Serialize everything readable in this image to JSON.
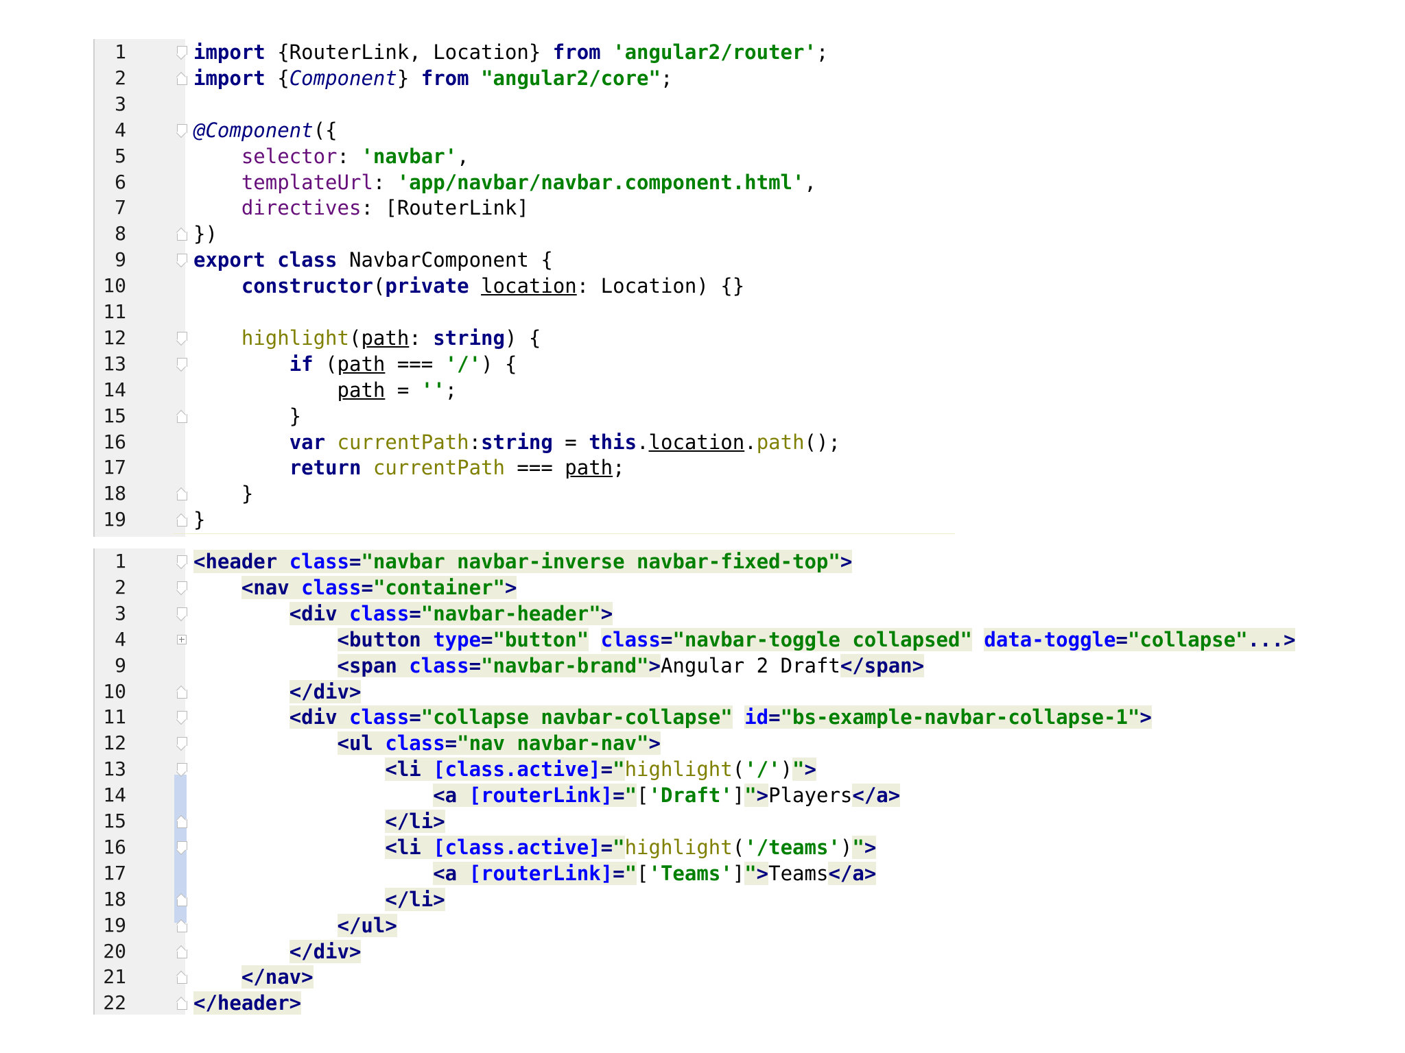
{
  "editor_ts": {
    "lines": [
      {
        "n": "1",
        "tokens": [
          [
            "kw",
            "import "
          ],
          [
            "plain",
            "{RouterLink, Location} "
          ],
          [
            "kw",
            "from "
          ],
          [
            "str",
            "'angular2/router'"
          ],
          [
            "plain",
            ";"
          ]
        ]
      },
      {
        "n": "2",
        "tokens": [
          [
            "kw",
            "import "
          ],
          [
            "plain",
            "{"
          ],
          [
            "ann",
            "Component"
          ],
          [
            "plain",
            "} "
          ],
          [
            "kw",
            "from "
          ],
          [
            "str",
            "\"angular2/core\""
          ],
          [
            "plain",
            ";"
          ]
        ]
      },
      {
        "n": "3",
        "tokens": []
      },
      {
        "n": "4",
        "tokens": [
          [
            "ann",
            "@Component"
          ],
          [
            "plain",
            "({"
          ]
        ]
      },
      {
        "n": "5",
        "tokens": [
          [
            "plain",
            "    "
          ],
          [
            "field",
            "selector"
          ],
          [
            "plain",
            ": "
          ],
          [
            "str",
            "'navbar'"
          ],
          [
            "plain",
            ","
          ]
        ]
      },
      {
        "n": "6",
        "tokens": [
          [
            "plain",
            "    "
          ],
          [
            "field",
            "templateUrl"
          ],
          [
            "plain",
            ": "
          ],
          [
            "str",
            "'app/navbar/navbar.component.html'"
          ],
          [
            "plain",
            ","
          ]
        ]
      },
      {
        "n": "7",
        "tokens": [
          [
            "plain",
            "    "
          ],
          [
            "field",
            "directives"
          ],
          [
            "plain",
            ": [RouterLink]"
          ]
        ]
      },
      {
        "n": "8",
        "tokens": [
          [
            "plain",
            "})"
          ]
        ]
      },
      {
        "n": "9",
        "tokens": [
          [
            "kw",
            "export class "
          ],
          [
            "plain",
            "NavbarComponent {"
          ]
        ]
      },
      {
        "n": "10",
        "tokens": [
          [
            "plain",
            "    "
          ],
          [
            "kw",
            "constructor"
          ],
          [
            "plain",
            "("
          ],
          [
            "kw",
            "private "
          ],
          [
            "plainu",
            "location"
          ],
          [
            "plain",
            ": Location) {}"
          ]
        ]
      },
      {
        "n": "11",
        "tokens": []
      },
      {
        "n": "12",
        "tokens": [
          [
            "plain",
            "    "
          ],
          [
            "fn",
            "highlight"
          ],
          [
            "plain",
            "("
          ],
          [
            "plainu",
            "path"
          ],
          [
            "plain",
            ": "
          ],
          [
            "kw",
            "string"
          ],
          [
            "plain",
            ") {"
          ]
        ]
      },
      {
        "n": "13",
        "tokens": [
          [
            "plain",
            "        "
          ],
          [
            "kw",
            "if "
          ],
          [
            "plain",
            "("
          ],
          [
            "plainu",
            "path"
          ],
          [
            "plain",
            " === "
          ],
          [
            "str",
            "'/'"
          ],
          [
            "plain",
            ") {"
          ]
        ]
      },
      {
        "n": "14",
        "tokens": [
          [
            "plain",
            "            "
          ],
          [
            "plainu",
            "path"
          ],
          [
            "plain",
            " = "
          ],
          [
            "str",
            "''"
          ],
          [
            "plain",
            ";"
          ]
        ]
      },
      {
        "n": "15",
        "tokens": [
          [
            "plain",
            "        }"
          ]
        ]
      },
      {
        "n": "16",
        "tokens": [
          [
            "plain",
            "        "
          ],
          [
            "kw",
            "var "
          ],
          [
            "fn",
            "currentPath"
          ],
          [
            "plain",
            ":"
          ],
          [
            "kw",
            "string"
          ],
          [
            "plain",
            " = "
          ],
          [
            "kw",
            "this"
          ],
          [
            "plain",
            "."
          ],
          [
            "plainu",
            "location"
          ],
          [
            "plain",
            "."
          ],
          [
            "fn",
            "path"
          ],
          [
            "plain",
            "();"
          ]
        ]
      },
      {
        "n": "17",
        "tokens": [
          [
            "plain",
            "        "
          ],
          [
            "kw",
            "return "
          ],
          [
            "fn",
            "currentPath"
          ],
          [
            "plain",
            " === "
          ],
          [
            "plainu",
            "path"
          ],
          [
            "plain",
            ";"
          ]
        ]
      },
      {
        "n": "18",
        "tokens": [
          [
            "plain",
            "    }"
          ]
        ]
      },
      {
        "n": "19",
        "tokens": [
          [
            "plain",
            "}"
          ]
        ]
      }
    ]
  },
  "editor_html": {
    "lines": [
      {
        "n": "1",
        "tokens": [
          [
            "tag",
            "<header "
          ],
          [
            "attr",
            "class"
          ],
          [
            "tag",
            "="
          ],
          [
            "attrv",
            "\"navbar navbar-inverse navbar-fixed-top\""
          ],
          [
            "tag",
            ">"
          ]
        ]
      },
      {
        "n": "2",
        "tokens": [
          [
            "plain",
            "    "
          ],
          [
            "tag",
            "<nav "
          ],
          [
            "attr",
            "class"
          ],
          [
            "tag",
            "="
          ],
          [
            "attrv",
            "\"container\""
          ],
          [
            "tag",
            ">"
          ]
        ]
      },
      {
        "n": "3",
        "tokens": [
          [
            "plain",
            "        "
          ],
          [
            "tag",
            "<div "
          ],
          [
            "attr",
            "class"
          ],
          [
            "tag",
            "="
          ],
          [
            "attrv",
            "\"navbar-header\""
          ],
          [
            "tag",
            ">"
          ]
        ]
      },
      {
        "n": "4",
        "tokens": [
          [
            "plain",
            "            "
          ],
          [
            "tag",
            "<button "
          ],
          [
            "attr",
            "type"
          ],
          [
            "tag",
            "="
          ],
          [
            "attrv",
            "\"button\""
          ],
          [
            "plain",
            " "
          ],
          [
            "attr",
            "class"
          ],
          [
            "tag",
            "="
          ],
          [
            "attrv",
            "\"navbar-toggle collapsed\""
          ],
          [
            "plain",
            " "
          ],
          [
            "attr",
            "data-toggle"
          ],
          [
            "tag",
            "="
          ],
          [
            "attrv",
            "\"collapse\""
          ],
          [
            "tag",
            "...>"
          ]
        ]
      },
      {
        "n": "9",
        "tokens": [
          [
            "plain",
            "            "
          ],
          [
            "tag",
            "<span "
          ],
          [
            "attr",
            "class"
          ],
          [
            "tag",
            "="
          ],
          [
            "attrv",
            "\"navbar-brand\""
          ],
          [
            "tag",
            ">"
          ],
          [
            "plain",
            "Angular 2 Draft"
          ],
          [
            "tag",
            "</span>"
          ]
        ]
      },
      {
        "n": "10",
        "tokens": [
          [
            "plain",
            "        "
          ],
          [
            "tag",
            "</div>"
          ]
        ]
      },
      {
        "n": "11",
        "tokens": [
          [
            "plain",
            "        "
          ],
          [
            "tag",
            "<div "
          ],
          [
            "attr",
            "class"
          ],
          [
            "tag",
            "="
          ],
          [
            "attrv",
            "\"collapse navbar-collapse\""
          ],
          [
            "plain",
            " "
          ],
          [
            "attr",
            "id"
          ],
          [
            "tag",
            "="
          ],
          [
            "attrv",
            "\"bs-example-navbar-collapse-1\""
          ],
          [
            "tag",
            ">"
          ]
        ]
      },
      {
        "n": "12",
        "tokens": [
          [
            "plain",
            "            "
          ],
          [
            "tag",
            "<ul "
          ],
          [
            "attr",
            "class"
          ],
          [
            "tag",
            "="
          ],
          [
            "attrv",
            "\"nav navbar-nav\""
          ],
          [
            "tag",
            ">"
          ]
        ]
      },
      {
        "n": "13",
        "tokens": [
          [
            "plain",
            "                "
          ],
          [
            "tag",
            "<li "
          ],
          [
            "attr",
            "[class.active]"
          ],
          [
            "tag",
            "="
          ],
          [
            "attrv",
            "\""
          ],
          [
            "fn",
            "highlight"
          ],
          [
            "plain",
            "("
          ],
          [
            "str",
            "'/'"
          ],
          [
            "plain",
            ")"
          ],
          [
            "attrv",
            "\""
          ],
          [
            "tag",
            ">"
          ]
        ]
      },
      {
        "n": "14",
        "tokens": [
          [
            "plain",
            "                    "
          ],
          [
            "tag",
            "<a "
          ],
          [
            "attr",
            "[routerLink]"
          ],
          [
            "tag",
            "="
          ],
          [
            "attrv",
            "\""
          ],
          [
            "plain",
            "["
          ],
          [
            "str",
            "'Draft'"
          ],
          [
            "plain",
            "]"
          ],
          [
            "attrv",
            "\""
          ],
          [
            "tag",
            ">"
          ],
          [
            "plain",
            "Players"
          ],
          [
            "tag",
            "</a>"
          ]
        ]
      },
      {
        "n": "15",
        "tokens": [
          [
            "plain",
            "                "
          ],
          [
            "tag",
            "</li>"
          ]
        ]
      },
      {
        "n": "16",
        "tokens": [
          [
            "plain",
            "                "
          ],
          [
            "tag",
            "<li "
          ],
          [
            "attr",
            "[class.active]"
          ],
          [
            "tag",
            "="
          ],
          [
            "attrv",
            "\""
          ],
          [
            "fn",
            "highlight"
          ],
          [
            "plain",
            "("
          ],
          [
            "str",
            "'/teams'"
          ],
          [
            "plain",
            ")"
          ],
          [
            "attrv",
            "\""
          ],
          [
            "tag",
            ">"
          ]
        ]
      },
      {
        "n": "17",
        "tokens": [
          [
            "plain",
            "                    "
          ],
          [
            "tag",
            "<a "
          ],
          [
            "attr",
            "[routerLink]"
          ],
          [
            "tag",
            "="
          ],
          [
            "attrv",
            "\""
          ],
          [
            "plain",
            "["
          ],
          [
            "str",
            "'Teams'"
          ],
          [
            "plain",
            "]"
          ],
          [
            "attrv",
            "\""
          ],
          [
            "tag",
            ">"
          ],
          [
            "plain",
            "Teams"
          ],
          [
            "tag",
            "</a>"
          ]
        ]
      },
      {
        "n": "18",
        "tokens": [
          [
            "plain",
            "                "
          ],
          [
            "tag",
            "</li>"
          ]
        ]
      },
      {
        "n": "19",
        "tokens": [
          [
            "plain",
            "            "
          ],
          [
            "tag",
            "</ul>"
          ]
        ]
      },
      {
        "n": "20",
        "tokens": [
          [
            "plain",
            "        "
          ],
          [
            "tag",
            "</div>"
          ]
        ]
      },
      {
        "n": "21",
        "tokens": [
          [
            "plain",
            "    "
          ],
          [
            "tag",
            "</nav>"
          ]
        ]
      },
      {
        "n": "22",
        "tokens": [
          [
            "tag",
            "</header>"
          ]
        ]
      }
    ]
  },
  "colors": {
    "keyword": "#000080",
    "string": "#008000",
    "function": "#808000",
    "field": "#660e7a",
    "attr": "#0000ff",
    "gutter": "#f0f0f0"
  }
}
